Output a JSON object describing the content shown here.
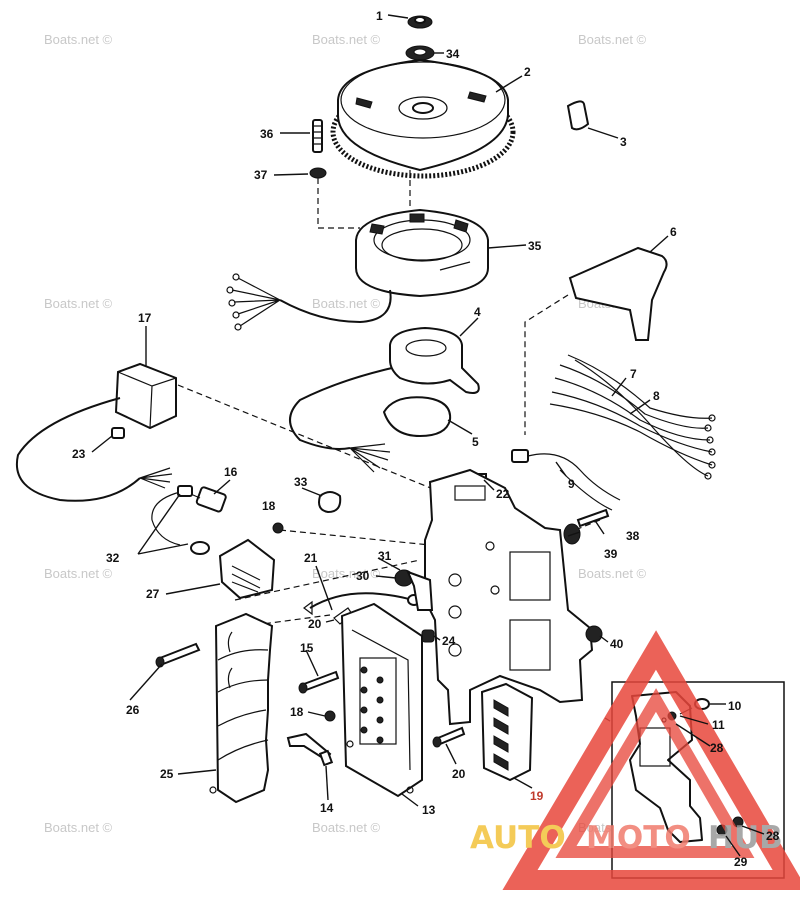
{
  "watermarks": [
    {
      "text": "Boats.net ©"
    },
    {
      "text": "Boats.net ©"
    },
    {
      "text": "Boats.net ©"
    },
    {
      "text": "Boats.net ©"
    },
    {
      "text": "Boats.net ©"
    },
    {
      "text": "Boats.net ©"
    },
    {
      "text": "Boats.net ©"
    },
    {
      "text": "Boats.net ©"
    },
    {
      "text": "Boats.net ©"
    },
    {
      "text": "Boats.net ©"
    },
    {
      "text": "Boats.net ©"
    },
    {
      "text": "Boats.net ©"
    }
  ],
  "callouts": {
    "c1": "1",
    "c34": "34",
    "c2": "2",
    "c3": "3",
    "c36": "36",
    "c37": "37",
    "c35": "35",
    "c6": "6",
    "c4": "4",
    "c17": "17",
    "c7": "7",
    "c8": "8",
    "c5": "5",
    "c23": "23",
    "c16": "16",
    "c9": "9",
    "c33": "33",
    "c22": "22",
    "c18a": "18",
    "c32": "32",
    "c38": "38",
    "c39": "39",
    "c21": "21",
    "c31": "31",
    "c30": "30",
    "c27": "27",
    "c20a": "20",
    "c24": "24",
    "c40": "40",
    "c15": "15",
    "c26": "26",
    "c10": "10",
    "c11": "11",
    "c18b": "18",
    "c28a": "28",
    "c20b": "20",
    "c25": "25",
    "c19": "19",
    "c14": "14",
    "c13": "13",
    "c28b": "28",
    "c29": "29"
  },
  "logo": {
    "part1": "AUTO",
    "part2": "MOTO",
    "part3": "HUB",
    "colors": {
      "triangle": "#e8473c",
      "auto": "#f3c23b",
      "moto": "#f07b6d",
      "hub": "#9a9a9a"
    }
  }
}
